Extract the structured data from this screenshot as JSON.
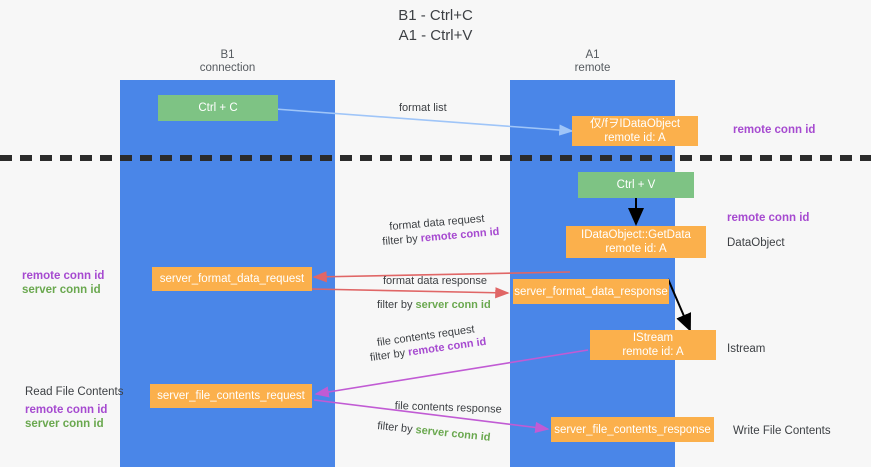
{
  "title": {
    "line1": "B1 - Ctrl+C",
    "line2": "A1 - Ctrl+V"
  },
  "lanes": [
    {
      "name": "B1",
      "sub": "connection"
    },
    {
      "name": "A1",
      "sub": "remote"
    }
  ],
  "boxes": {
    "ctrl_c": {
      "line1": "Ctrl + C"
    },
    "idataobject_remote": {
      "line1": "仅/fヲIDataObject",
      "line2": "remote id: A"
    },
    "ctrl_v": {
      "line1": "Ctrl + V"
    },
    "getdata": {
      "line1": "IDataObject::GetData",
      "line2": "remote id: A"
    },
    "server_format_data_request": {
      "line1": "server_format_data_request"
    },
    "server_format_data_response": {
      "line1": "server_format_data_response"
    },
    "istream": {
      "line1": "IStream",
      "line2": "remote id: A"
    },
    "server_file_contents_request": {
      "line1": "server_file_contents_request"
    },
    "server_file_contents_response": {
      "line1": "server_file_contents_response"
    }
  },
  "flows": {
    "format_list": "format list",
    "format_data_request": "format data request",
    "format_data_request_filter_prefix": "filter by ",
    "format_data_request_filter_key": "remote conn id",
    "format_data_response": "format data response",
    "format_data_response_filter_prefix": "filter by ",
    "format_data_response_filter_key": "server conn id",
    "file_contents_request": "file contents request",
    "file_contents_request_filter_prefix": "filter by ",
    "file_contents_request_filter_key": "remote conn id",
    "file_contents_response": "file contents response",
    "file_contents_response_filter_prefix": "filter by ",
    "file_contents_response_filter_key": "server conn id"
  },
  "side_labels": {
    "right_remote_conn_id_top": "remote conn id",
    "right_remote_conn_id_mid": "remote conn id",
    "right_dataobject": "DataObject",
    "right_istream": "Istream",
    "right_write_file_contents": "Write File Contents",
    "left_remote_conn_id_mid": "remote conn id",
    "left_server_conn_id_mid": "server conn id",
    "left_read_file_contents": "Read File Contents",
    "left_remote_conn_id_bot": "remote conn id",
    "left_server_conn_id_bot": "server conn id"
  },
  "colors": {
    "lane": "#4a86e8",
    "green_box": "#7ec384",
    "orange_box": "#fbb04c",
    "purple_text": "#a64ad0",
    "green_text": "#6aa84f",
    "arrow_blue": "#9fc5f8",
    "arrow_red": "#e06666",
    "arrow_magenta": "#c15bd4",
    "arrow_black": "#000000",
    "background": "#f7f7f7"
  }
}
